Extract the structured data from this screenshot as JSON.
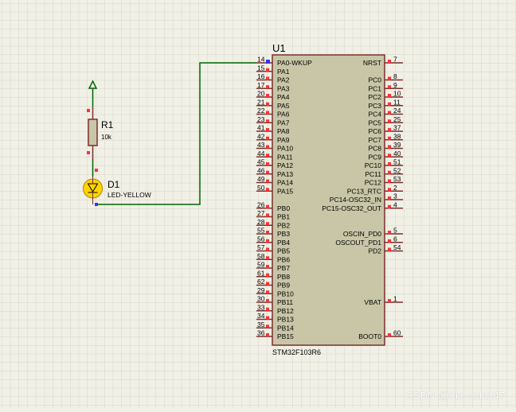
{
  "component": {
    "ref": "U1",
    "part": "STM32F103R6",
    "left_pins": [
      {
        "num": "14",
        "name": "PA0-WKUP"
      },
      {
        "num": "15",
        "name": "PA1"
      },
      {
        "num": "16",
        "name": "PA2"
      },
      {
        "num": "17",
        "name": "PA3"
      },
      {
        "num": "20",
        "name": "PA4"
      },
      {
        "num": "21",
        "name": "PA5"
      },
      {
        "num": "22",
        "name": "PA6"
      },
      {
        "num": "23",
        "name": "PA7"
      },
      {
        "num": "41",
        "name": "PA8"
      },
      {
        "num": "42",
        "name": "PA9"
      },
      {
        "num": "43",
        "name": "PA10"
      },
      {
        "num": "44",
        "name": "PA11"
      },
      {
        "num": "45",
        "name": "PA12"
      },
      {
        "num": "46",
        "name": "PA13"
      },
      {
        "num": "49",
        "name": "PA14"
      },
      {
        "num": "50",
        "name": "PA15"
      },
      null,
      {
        "num": "26",
        "name": "PB0"
      },
      {
        "num": "27",
        "name": "PB1"
      },
      {
        "num": "28",
        "name": "PB2"
      },
      {
        "num": "55",
        "name": "PB3"
      },
      {
        "num": "56",
        "name": "PB4"
      },
      {
        "num": "57",
        "name": "PB5"
      },
      {
        "num": "58",
        "name": "PB6"
      },
      {
        "num": "59",
        "name": "PB7"
      },
      {
        "num": "61",
        "name": "PB8"
      },
      {
        "num": "62",
        "name": "PB9"
      },
      {
        "num": "29",
        "name": "PB10"
      },
      {
        "num": "30",
        "name": "PB11"
      },
      {
        "num": "33",
        "name": "PB12"
      },
      {
        "num": "34",
        "name": "PB13"
      },
      {
        "num": "35",
        "name": "PB14"
      },
      {
        "num": "36",
        "name": "PB15"
      }
    ],
    "right_pins": [
      {
        "num": "7",
        "name": "NRST"
      },
      null,
      {
        "num": "8",
        "name": "PC0"
      },
      {
        "num": "9",
        "name": "PC1"
      },
      {
        "num": "10",
        "name": "PC2"
      },
      {
        "num": "11",
        "name": "PC3"
      },
      {
        "num": "24",
        "name": "PC4"
      },
      {
        "num": "25",
        "name": "PC5"
      },
      {
        "num": "37",
        "name": "PC6"
      },
      {
        "num": "38",
        "name": "PC7"
      },
      {
        "num": "39",
        "name": "PC8"
      },
      {
        "num": "40",
        "name": "PC9"
      },
      {
        "num": "51",
        "name": "PC10"
      },
      {
        "num": "52",
        "name": "PC11"
      },
      {
        "num": "53",
        "name": "PC12"
      },
      {
        "num": "2",
        "name": "PC13_RTC"
      },
      {
        "num": "3",
        "name": "PC14-OSC32_IN"
      },
      {
        "num": "4",
        "name": "PC15-OSC32_OUT"
      },
      null,
      null,
      {
        "num": "5",
        "name": "OSCIN_PD0"
      },
      {
        "num": "6",
        "name": "OSCOUT_PD1"
      },
      {
        "num": "54",
        "name": "PD2"
      },
      null,
      null,
      null,
      null,
      null,
      {
        "num": "1",
        "name": "VBAT"
      },
      null,
      null,
      null,
      {
        "num": "60",
        "name": "BOOT0"
      }
    ]
  },
  "resistor": {
    "ref": "R1",
    "value": "10k"
  },
  "led": {
    "ref": "D1",
    "value": "LED-YELLOW"
  },
  "colors": {
    "background": "#f1f0e6",
    "grid": "#d7d6ca",
    "body_fill": "#c8c6a7",
    "body_stroke": "#7a2e2e",
    "pin": "#7a2e2e",
    "wire": "#006400",
    "pin_marker": "#ff3333",
    "led_fill": "#ffd400",
    "text": "#000000"
  },
  "watermark": "CSDN @Xkccsdn147"
}
